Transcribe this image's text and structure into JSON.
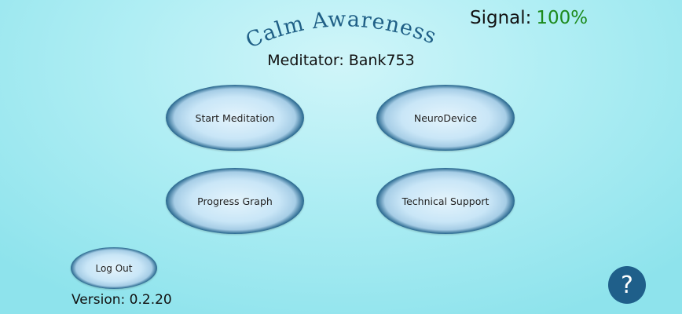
{
  "app": {
    "title": "Calm Awareness"
  },
  "meditator": {
    "label": "Meditator:",
    "name": "Bank753"
  },
  "signal": {
    "label": "Signal:",
    "value": "100%"
  },
  "buttons": {
    "start_meditation": "Start Meditation",
    "neuro_device": "NeuroDevice",
    "progress_graph": "Progress Graph",
    "technical_support": "Technical Support",
    "log_out": "Log Out",
    "help": "?"
  },
  "version": {
    "label": "Version:",
    "value": "0.2.20"
  },
  "colors": {
    "accent": "#1f5f86",
    "signal_ok": "#1c8a1c"
  }
}
